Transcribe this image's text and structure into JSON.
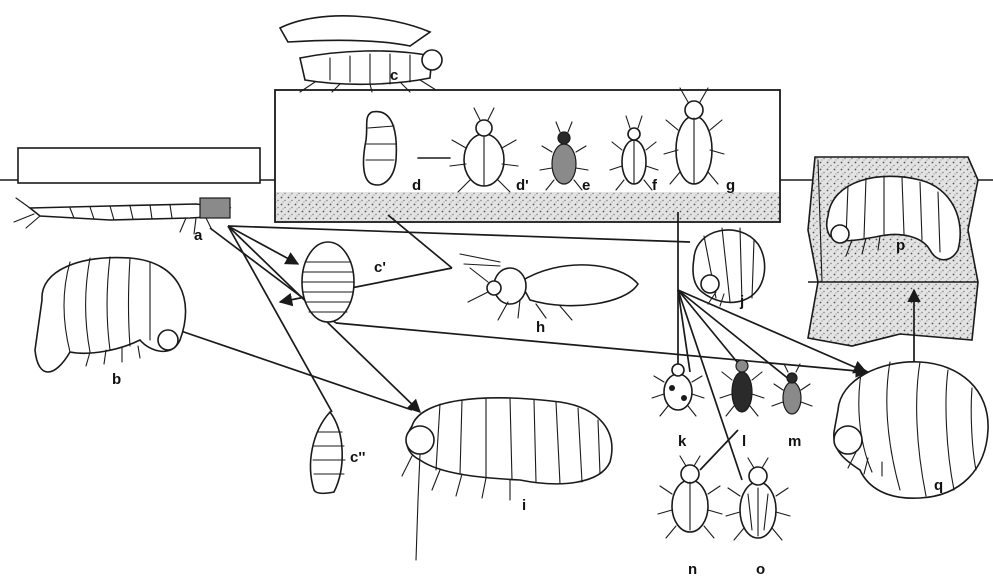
{
  "labels": {
    "a": "a",
    "b": "b",
    "c": "c",
    "c_prime": "c'",
    "c_double_prime": "c''",
    "d": "d",
    "d_prime": "d'",
    "e": "e",
    "f": "f",
    "g": "g",
    "h": "h",
    "i": "i",
    "j": "j",
    "k": "k",
    "l": "l",
    "m": "m",
    "n": "n",
    "o": "o",
    "p": "p",
    "q": "q"
  },
  "colors": {
    "ink": "#1a1a1a",
    "soil_stipple": "#b5b5b5",
    "background": "#ffffff"
  }
}
